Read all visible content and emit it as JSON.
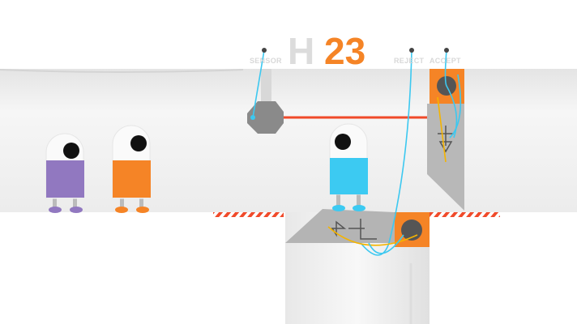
{
  "hud": {
    "level_letter": "H",
    "level_number": "23",
    "sensor_label": "SENSOR",
    "reject_label": "REJECT",
    "accept_label": "ACCEPT"
  },
  "colors": {
    "accent": "#f58426",
    "wire": "#3cc8f0",
    "wire_alt": "#f5b400",
    "laser": "#f04a2a",
    "purple": "#9178c0",
    "orange": "#f58426",
    "blue": "#3ccaf2"
  },
  "characters": [
    {
      "name": "purple-robot",
      "color": "purple"
    },
    {
      "name": "orange-robot",
      "color": "orange"
    },
    {
      "name": "blue-robot",
      "color": "blue"
    }
  ]
}
